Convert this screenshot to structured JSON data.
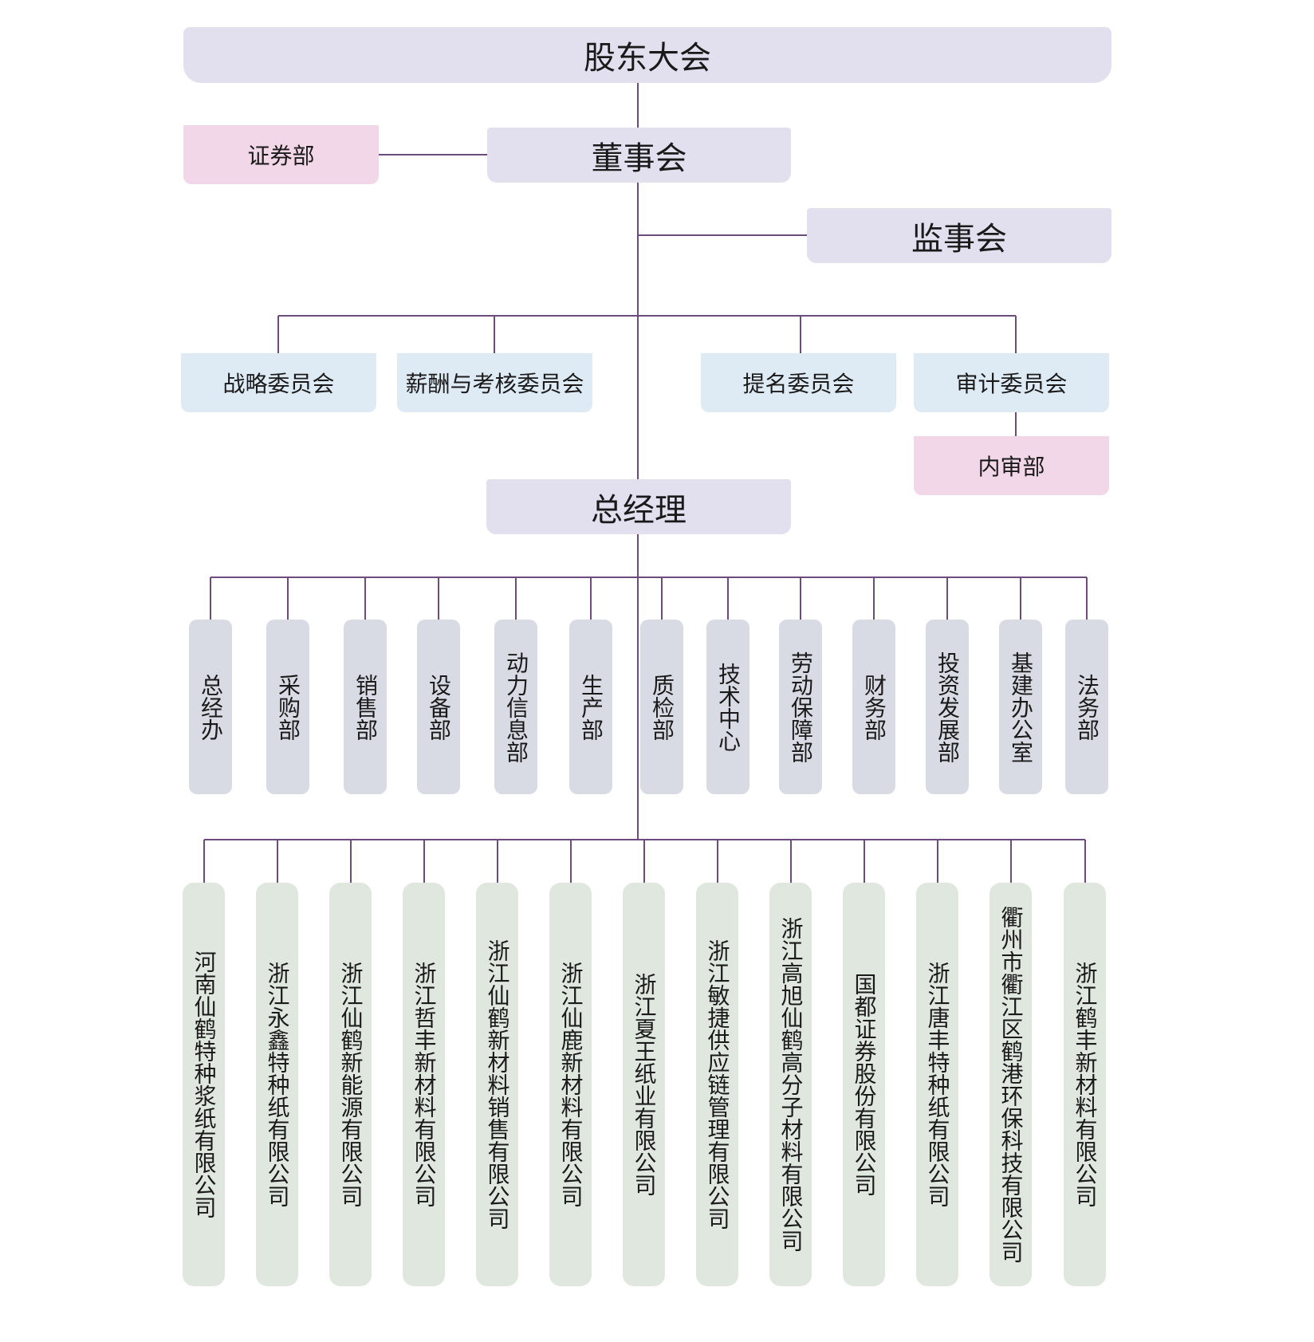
{
  "shareholders": "股东大会",
  "securities": "证券部",
  "board": "董事会",
  "supervisors": "监事会",
  "committees": [
    "战略委员会",
    "薪酬与考核委员会",
    "提名委员会",
    "审计委员会"
  ],
  "internal_audit": "内审部",
  "gm": "总经理",
  "departments": [
    "总经办",
    "采购部",
    "销售部",
    "设备部",
    "动力信息部",
    "生产部",
    "质检部",
    "技术中心",
    "劳动保障部",
    "财务部",
    "投资发展部",
    "基建办公室",
    "法务部"
  ],
  "subsidiaries": [
    "河南仙鹤特种浆纸有限公司",
    "浙江永鑫特种纸有限公司",
    "浙江仙鹤新能源有限公司",
    "浙江哲丰新材料有限公司",
    "浙江仙鹤新材料销售有限公司",
    "浙江仙鹿新材料有限公司",
    "浙江夏王纸业有限公司",
    "浙江敏捷供应链管理有限公司",
    "浙江高旭仙鹤高分子材料有限公司",
    "国都证券股份有限公司",
    "浙江唐丰特种纸有限公司",
    "衢州市衢江区鹤港环保科技有限公司",
    "浙江鹤丰新材料有限公司"
  ],
  "colors": {
    "line": "#6b4c7c",
    "purple": "#e2dfee",
    "pink": "#f2d7e8",
    "blue": "#dfebf4",
    "gray": "#d8dbe4",
    "green": "#dfe7df"
  }
}
